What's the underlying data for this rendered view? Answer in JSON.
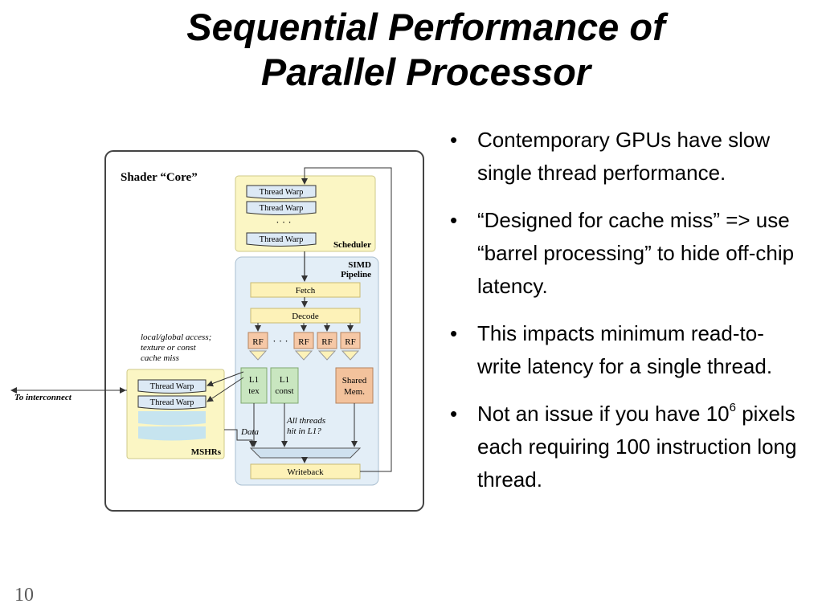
{
  "slide": {
    "title_line1": "Sequential Performance of",
    "title_line2": "Parallel Processor",
    "page_number": "10"
  },
  "bullets": [
    {
      "text": "Contemporary GPUs have slow single thread performance."
    },
    {
      "text": "“Designed for cache miss” => use “barrel processing” to hide off-chip latency."
    },
    {
      "text": "This impacts minimum read-to-write latency for a single thread."
    },
    {
      "pre": "Not an issue if you have 10",
      "sup": "6",
      "post": " pixels each requiring 100 instruction long thread."
    }
  ],
  "diagram": {
    "core_title": "Shader “Core”",
    "thread_warp": "Thread Warp",
    "ellipsis": "· · ·",
    "scheduler": "Scheduler",
    "simd_line1": "SIMD",
    "simd_line2": "Pipeline",
    "fetch": "Fetch",
    "decode": "Decode",
    "rf": "RF",
    "l1": "L1",
    "tex": "tex",
    "const": "const",
    "shared_line1": "Shared",
    "shared_line2": "Mem.",
    "access_line1": "local/global access;",
    "access_line2": "texture or const",
    "access_line3": "cache miss",
    "to_interconnect": "To interconnect",
    "all_threads_line1": "All threads",
    "all_threads_line2": "hit in L1?",
    "data": "Data",
    "writeback": "Writeback",
    "mshrs": "MSHRs",
    "colors": {
      "scheduler_fill": "#fbf6c4",
      "simd_fill": "#e3eef7",
      "fetch_fill": "#fdf2b8",
      "rf_fill": "#f6c8a6",
      "l1_fill": "#c9e6c0",
      "shared_fill": "#f3c29c",
      "warp_fill": "#dce9f5",
      "warp_faded": "#c6e4ef"
    }
  }
}
